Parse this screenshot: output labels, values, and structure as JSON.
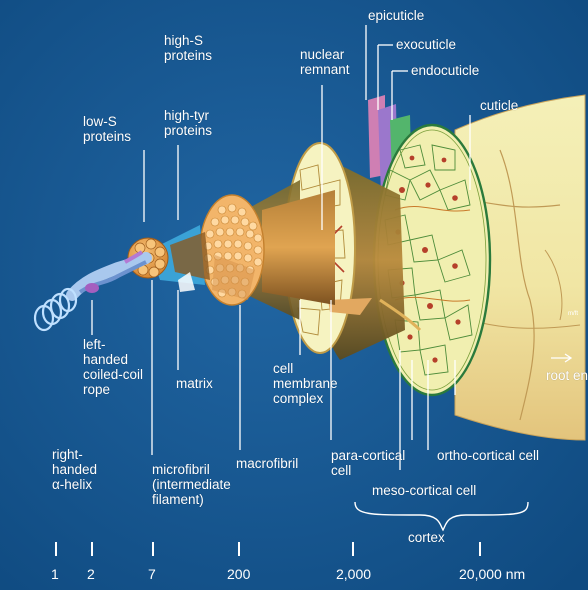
{
  "colors": {
    "background": "#15558f",
    "label": "#ffffff",
    "cortex_fill": "#f3f2b6",
    "cell_outline": "#2b7a3c",
    "nucleus": "#b5402a",
    "fibril_orange": "#e9a54a",
    "fibril_brown": "#8a5a22",
    "helix_blue": "#a9c8ee",
    "matrix_blue": "#3aa2d6"
  },
  "labels": {
    "epicuticle": "epicuticle",
    "exocuticle": "exocuticle",
    "endocuticle": "endocuticle",
    "cuticle": "cuticle",
    "high_s": "high-S\nproteins",
    "high_tyr": "high-tyr\nproteins",
    "low_s": "low-S\nproteins",
    "nuclear_remnant": "nuclear\nremnant",
    "left_helix": "left-\nhanded\ncoiled-coil\nrope",
    "right_helix": "right-\nhanded\nα-helix",
    "microfibril": "microfibril\n(intermediate\nfilament)",
    "matrix": "matrix",
    "macrofibril": "macrofibril",
    "cmc": "cell\nmembrane\ncomplex",
    "para_cortical": "para-cortical\ncell",
    "ortho_cortical": "ortho-cortical cell",
    "meso_cortical": "meso-cortical cell",
    "cortex": "cortex",
    "root_end": "root end",
    "root_arrow": "→",
    "stamp": "m/ft"
  },
  "scale": {
    "values": [
      "1",
      "2",
      "7",
      "200",
      "2,000",
      "20,000 nm"
    ]
  }
}
